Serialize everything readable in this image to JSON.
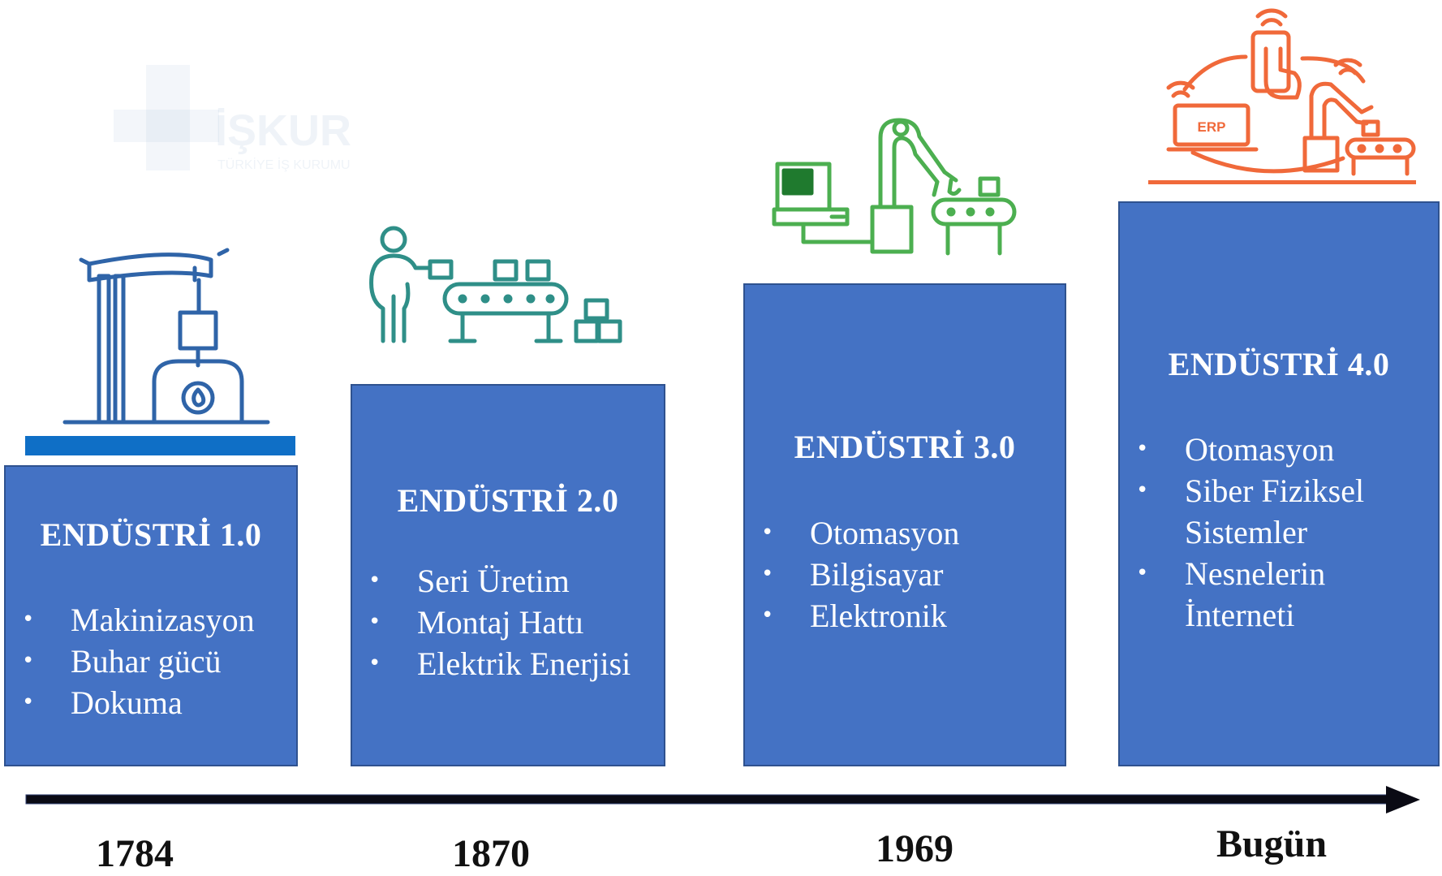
{
  "colors": {
    "box_fill": "#4472c4",
    "box_border": "#2f528f",
    "stage1_icon": "#2f64a8",
    "stage1_bar": "#0f6fc6",
    "stage2_icon": "#2f8f88",
    "stage3_icon": "#4caf50",
    "stage4_icon": "#f0693a",
    "arrow": "#0a0a14"
  },
  "watermark": {
    "logo": "İŞKUR",
    "subtitle": "TÜRKİYE İŞ KURUMU"
  },
  "stages": [
    {
      "title": "ENDÜSTRİ 1.0",
      "icon": "steam-engine-icon",
      "bullets": [
        "Makinizasyon",
        "Buhar gücü",
        "Dokuma"
      ],
      "year": "1784"
    },
    {
      "title": "ENDÜSTRİ 2.0",
      "icon": "assembly-line-worker-icon",
      "bullets": [
        "Seri Üretim",
        "Montaj Hattı",
        "Elektrik Enerjisi"
      ],
      "year": "1870"
    },
    {
      "title": "ENDÜSTRİ 3.0",
      "icon": "computer-robot-arm-icon",
      "bullets": [
        "Otomasyon",
        "Bilgisayar",
        "Elektronik"
      ],
      "year": "1969"
    },
    {
      "title": "ENDÜSTRİ 4.0",
      "icon": "iot-erp-robot-icon",
      "erp_label": "ERP",
      "bullets": [
        "Otomasyon",
        "Siber Fiziksel Sistemler",
        "Nesnelerin İnterneti"
      ],
      "year": "Bugün"
    }
  ]
}
